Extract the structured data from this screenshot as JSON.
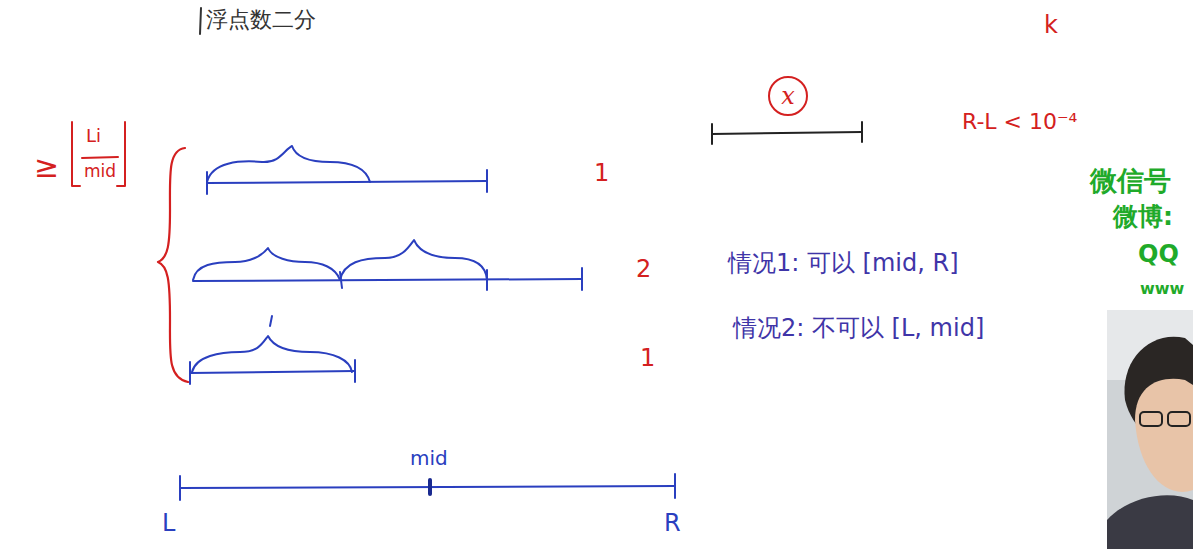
{
  "diagram": {
    "nodes": [
      {
        "text": [
          "x"
        ]
      }
    ],
    "labels": [
      "浮点数二分",
      "k",
      "≥",
      "Li",
      "mid",
      "R-L < 10⁻⁴",
      "1",
      "2",
      "1",
      "情况1: 可以 [mid, R]",
      "情况2: 不可以 [L, mid]",
      "mid",
      "L",
      "R",
      "微信号",
      "微博:",
      "QQ",
      "www"
    ]
  }
}
